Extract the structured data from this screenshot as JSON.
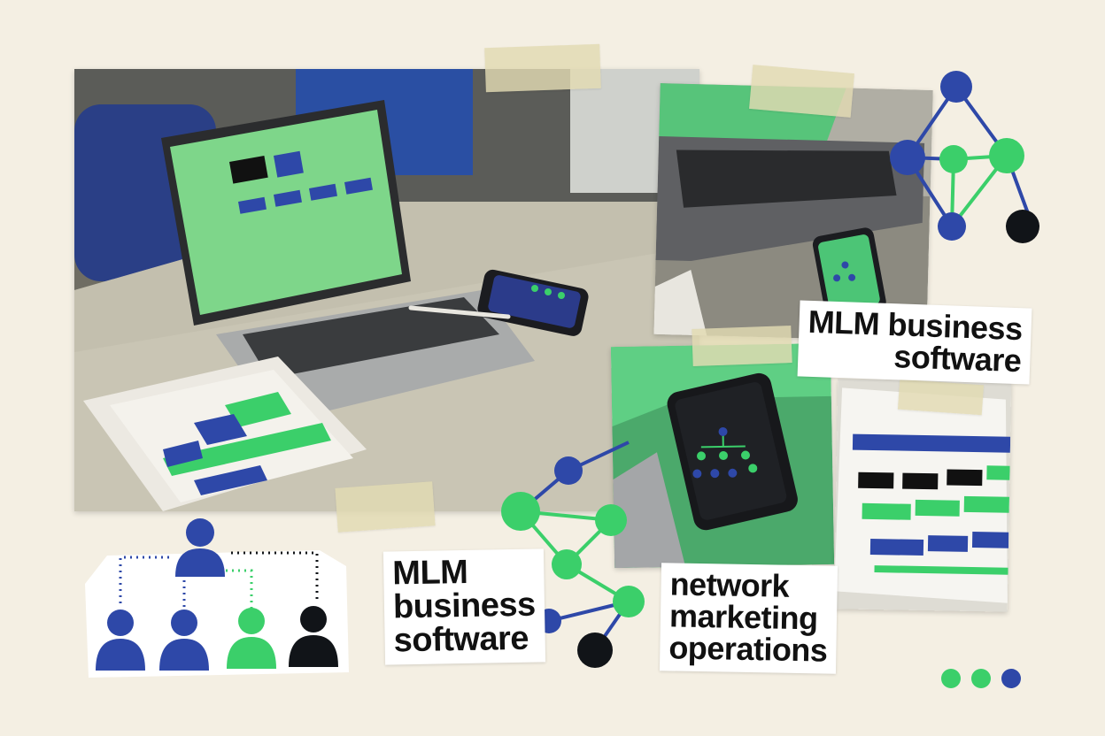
{
  "labels": {
    "top_right": [
      "MLM business",
      "software"
    ],
    "bottom_center": [
      "MLM",
      "business",
      "software"
    ],
    "bottom_right": [
      "network",
      "marketing",
      "operations"
    ]
  },
  "photos": [
    {
      "name": "desk-laptop-photo",
      "subject": "laptop-phone-desk"
    },
    {
      "name": "laptop-phone-closeup-photo",
      "subject": "laptop-phone-closeup"
    },
    {
      "name": "phone-tree-closeup-photo",
      "subject": "phone-org-tree"
    },
    {
      "name": "printed-report-photo",
      "subject": "printed-table"
    }
  ],
  "icons": [
    "network-graph-icon",
    "org-chart-people-icon",
    "network-nodes-icon",
    "dots-icon"
  ],
  "colors": {
    "background": "#f4efe3",
    "green": "#3bcf6a",
    "blue": "#2e48a8",
    "black": "#111418",
    "tape": "#e2dbb2"
  }
}
